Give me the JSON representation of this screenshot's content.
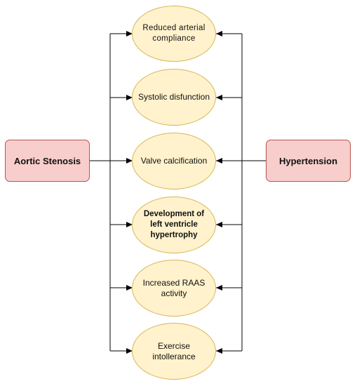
{
  "colors": {
    "cause_fill": "#f8cecc",
    "cause_border": "#b85450",
    "effect_fill": "#fff2cc",
    "effect_border": "#d6b656",
    "connector": "#000000"
  },
  "causes": {
    "left": {
      "label": "Aortic Stenosis"
    },
    "right": {
      "label": "Hypertension"
    }
  },
  "effects": [
    {
      "label": "Reduced arterial compliance"
    },
    {
      "label": "Systolic disfunction"
    },
    {
      "label": "Valve calcification"
    },
    {
      "label": "Development of left ventricle hypertrophy"
    },
    {
      "label": "Increased RAAS activity"
    },
    {
      "label": "Exercise intollerance"
    }
  ]
}
